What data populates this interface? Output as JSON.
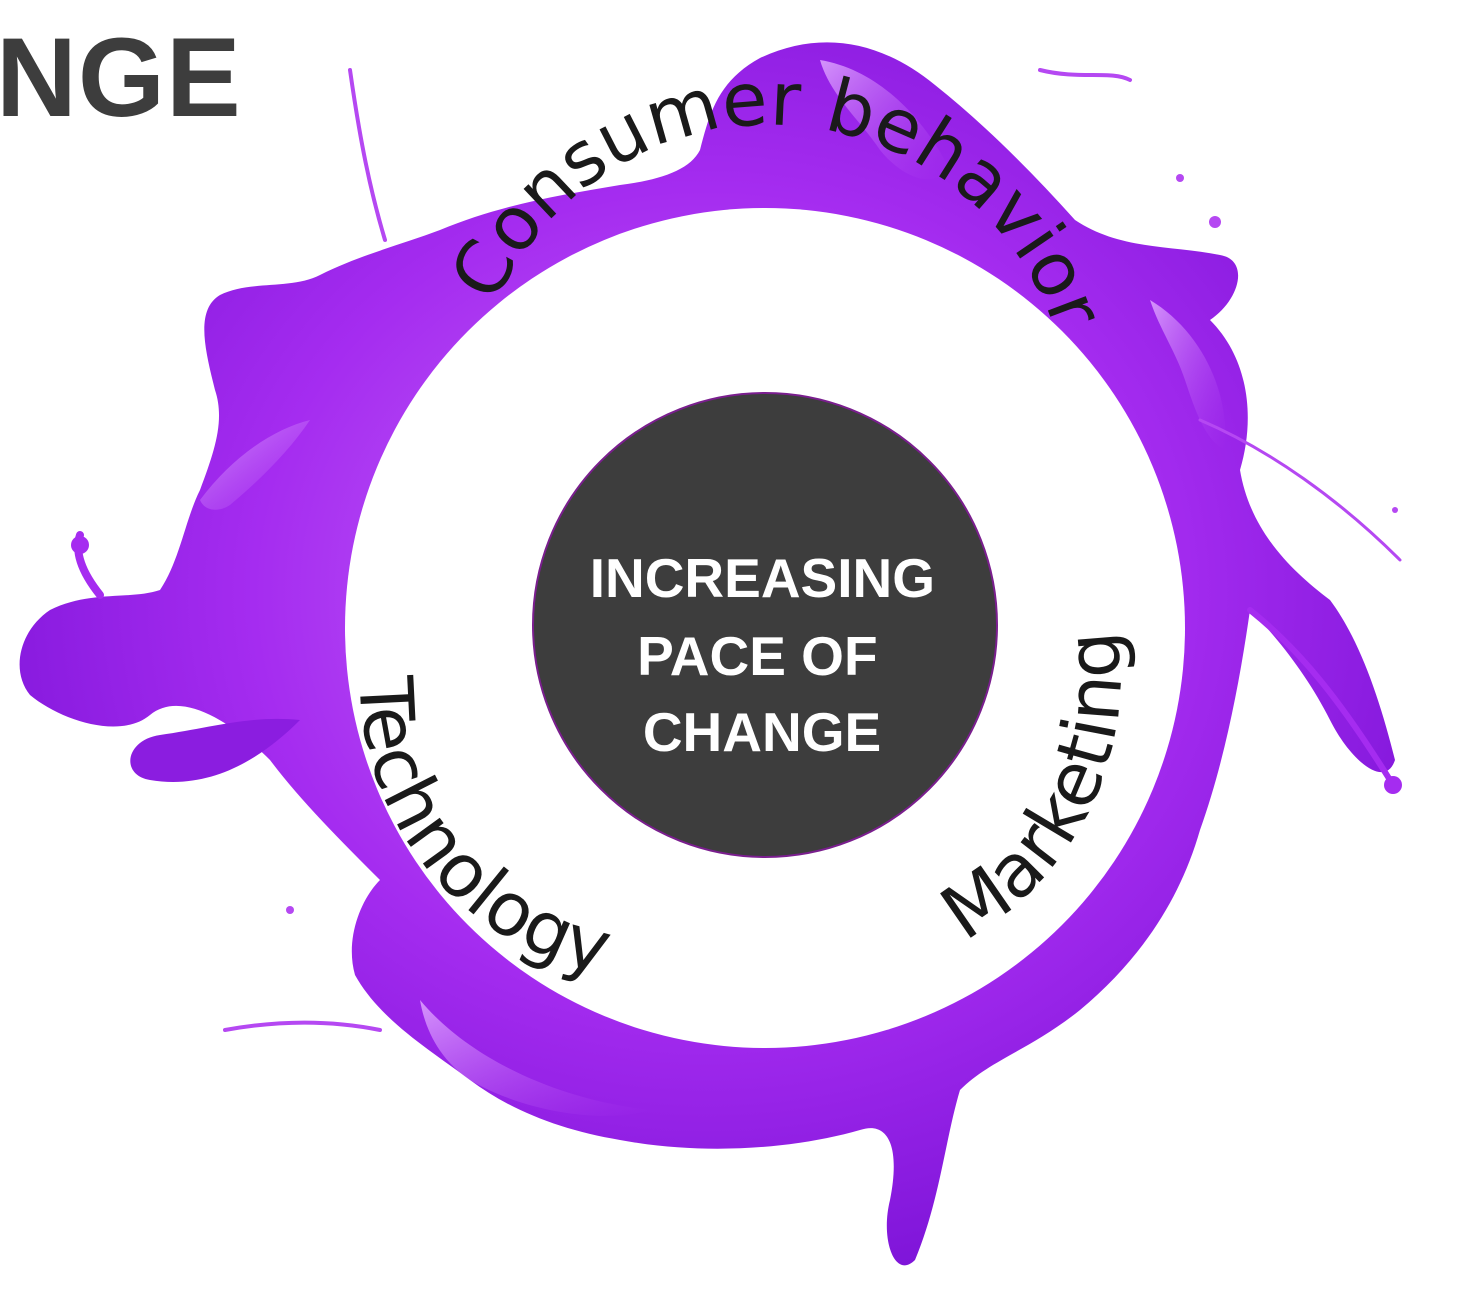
{
  "slide": {
    "title_fragment": "NGE"
  },
  "diagram": {
    "center_lines": [
      "INCREASING",
      "PACE OF",
      "CHANGE"
    ],
    "ring_labels": {
      "top": "Consumer behavior",
      "right": "Marketing",
      "left": "Technology"
    },
    "colors": {
      "splash_dark": "#7a12d6",
      "splash_mid": "#a52cf0",
      "splash_light": "#cf7df9",
      "ring_fill": "#ffffff",
      "center_fill": "#3d3d3d",
      "center_stroke": "#7a1e8e",
      "title_text": "#3d3d3d",
      "label_text": "#1a1a1a",
      "center_text": "#ffffff"
    }
  }
}
